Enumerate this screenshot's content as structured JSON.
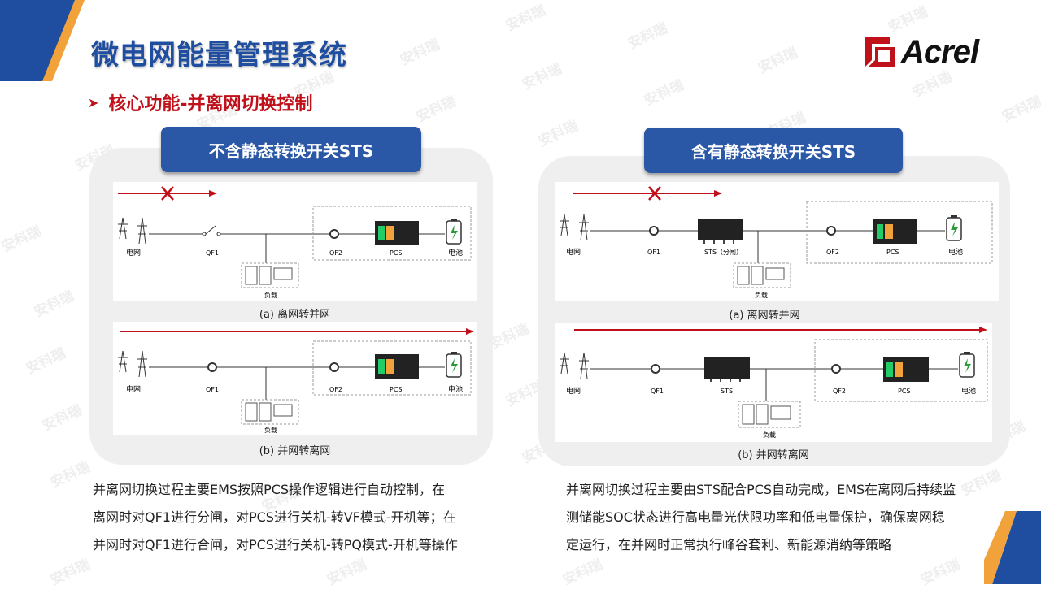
{
  "header": {
    "title": "微电网能量管理系统",
    "logo_text": "Acrel",
    "accent_color": "#1f4ea1"
  },
  "subtitle": {
    "bullet": "➤",
    "text": "核心功能-并离网切换控制",
    "color": "#c0101a"
  },
  "watermark": "安科瑞",
  "left_panel": {
    "heading": "不含静态转换开关STS",
    "diagram_a": {
      "caption": "(a)  离网转并网",
      "labels": {
        "grid": "电网",
        "qf1": "QF1",
        "qf2": "QF2",
        "pcs": "PCS",
        "battery": "电池",
        "load": "负载"
      }
    },
    "diagram_b": {
      "caption": "(b)  并网转离网",
      "labels": {
        "grid": "电网",
        "qf1": "QF1",
        "qf2": "QF2",
        "pcs": "PCS",
        "battery": "电池",
        "load": "负载"
      }
    },
    "description": [
      "并离网切换过程主要EMS按照PCS操作逻辑进行自动控制，在",
      "离网时对QF1进行分闸，对PCS进行关机-转VF模式-开机等；在",
      "并网时对QF1进行合闸，对PCS进行关机-转PQ模式-开机等操作"
    ]
  },
  "right_panel": {
    "heading": "含有静态转换开关STS",
    "diagram_a": {
      "caption": "(a)  离网转并网",
      "labels": {
        "grid": "电网",
        "qf1": "QF1",
        "sts": "STS（分闸）",
        "qf2": "QF2",
        "pcs": "PCS",
        "battery": "电池",
        "load": "负载"
      }
    },
    "diagram_b": {
      "caption": "(b)  并网转离网",
      "labels": {
        "grid": "电网",
        "qf1": "QF1",
        "sts": "STS",
        "qf2": "QF2",
        "pcs": "PCS",
        "battery": "电池",
        "load": "负载"
      }
    },
    "description": [
      "并离网切换过程主要由STS配合PCS自动完成，EMS在离网后持续监",
      "测储能SOC状态进行高电量光伏限功率和低电量保护，确保离网稳",
      "定运行，在并网时正常执行峰谷套利、新能源消纳等策略"
    ]
  }
}
